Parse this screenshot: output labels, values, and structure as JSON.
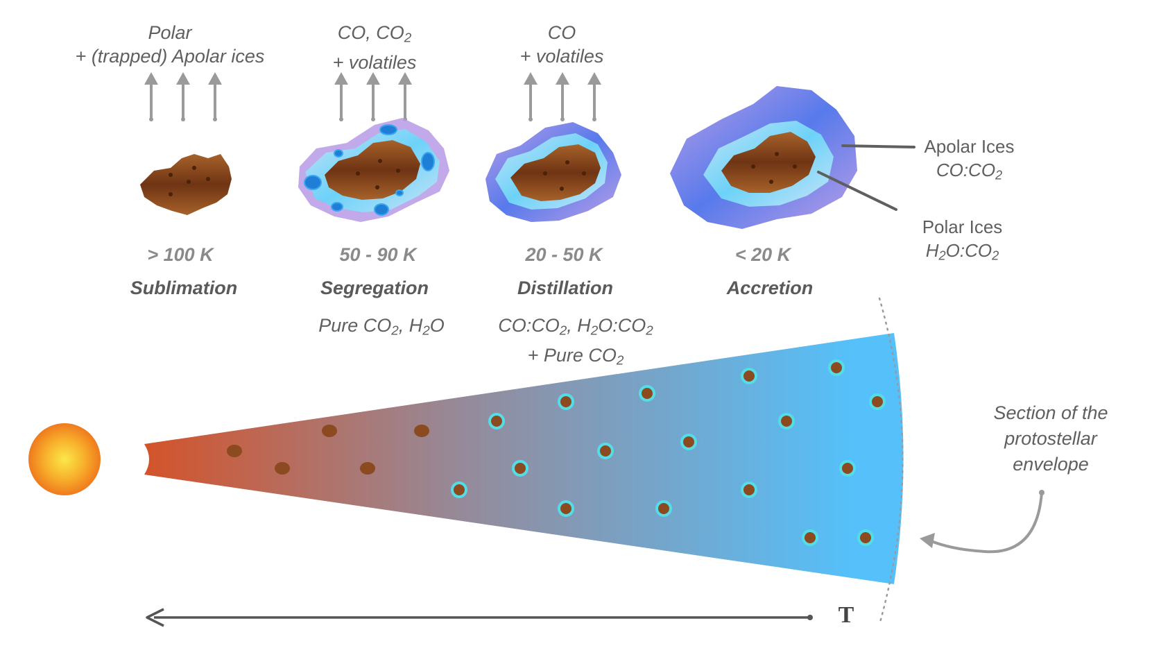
{
  "stages": [
    {
      "id": "sublimation",
      "name": "Sublimation",
      "temp": "> 100 K",
      "gas_line1": "Polar",
      "gas_line2": "+ (trapped) Apolar ices",
      "note_line1": "",
      "note_line2": ""
    },
    {
      "id": "segregation",
      "name": "Segregation",
      "temp": "50 - 90  K",
      "gas_line1": "CO, CO",
      "gas_line1_sub": "2",
      "gas_line2": "+ volatiles",
      "note_line1": "Pure CO",
      "note_line1_sub": "2",
      "note_line1_tail": ", H",
      "note_line1_sub2": "2",
      "note_line1_tail2": "O"
    },
    {
      "id": "distillation",
      "name": "Distillation",
      "temp": "20 - 50  K",
      "gas_line1": "CO",
      "gas_line2": "+ volatiles",
      "note_a": "CO:CO",
      "note_a_sub": "2",
      "note_b": ", H",
      "note_b_sub": "2",
      "note_c": "O:CO",
      "note_c_sub": "2",
      "note_line2": "+ Pure CO",
      "note_line2_sub": "2"
    },
    {
      "id": "accretion",
      "name": "Accretion",
      "temp": "< 20 K"
    }
  ],
  "legend": {
    "apolar_title": "Apolar Ices",
    "apolar_formula": "CO:CO",
    "apolar_formula_sub": "2",
    "polar_title": "Polar Ices",
    "polar_formula_a": "H",
    "polar_formula_a_sub": "2",
    "polar_formula_b": "O:CO",
    "polar_formula_b_sub": "2"
  },
  "envelope_label": [
    "Section of the",
    "protostellar",
    "envelope"
  ],
  "axis_label": "T",
  "colors": {
    "hot": "#d4532a",
    "mid": "#8a8f9e",
    "cold": "#55c0fa",
    "grain": "#8b4a1f",
    "ice_ring": "#54dde6",
    "star_outer": "#f07a1e",
    "star_inner": "#fae84a",
    "arrow": "#9a9a9a",
    "apolar_ice": "#5a80ec",
    "polar_ice": "#8fe0f5"
  }
}
